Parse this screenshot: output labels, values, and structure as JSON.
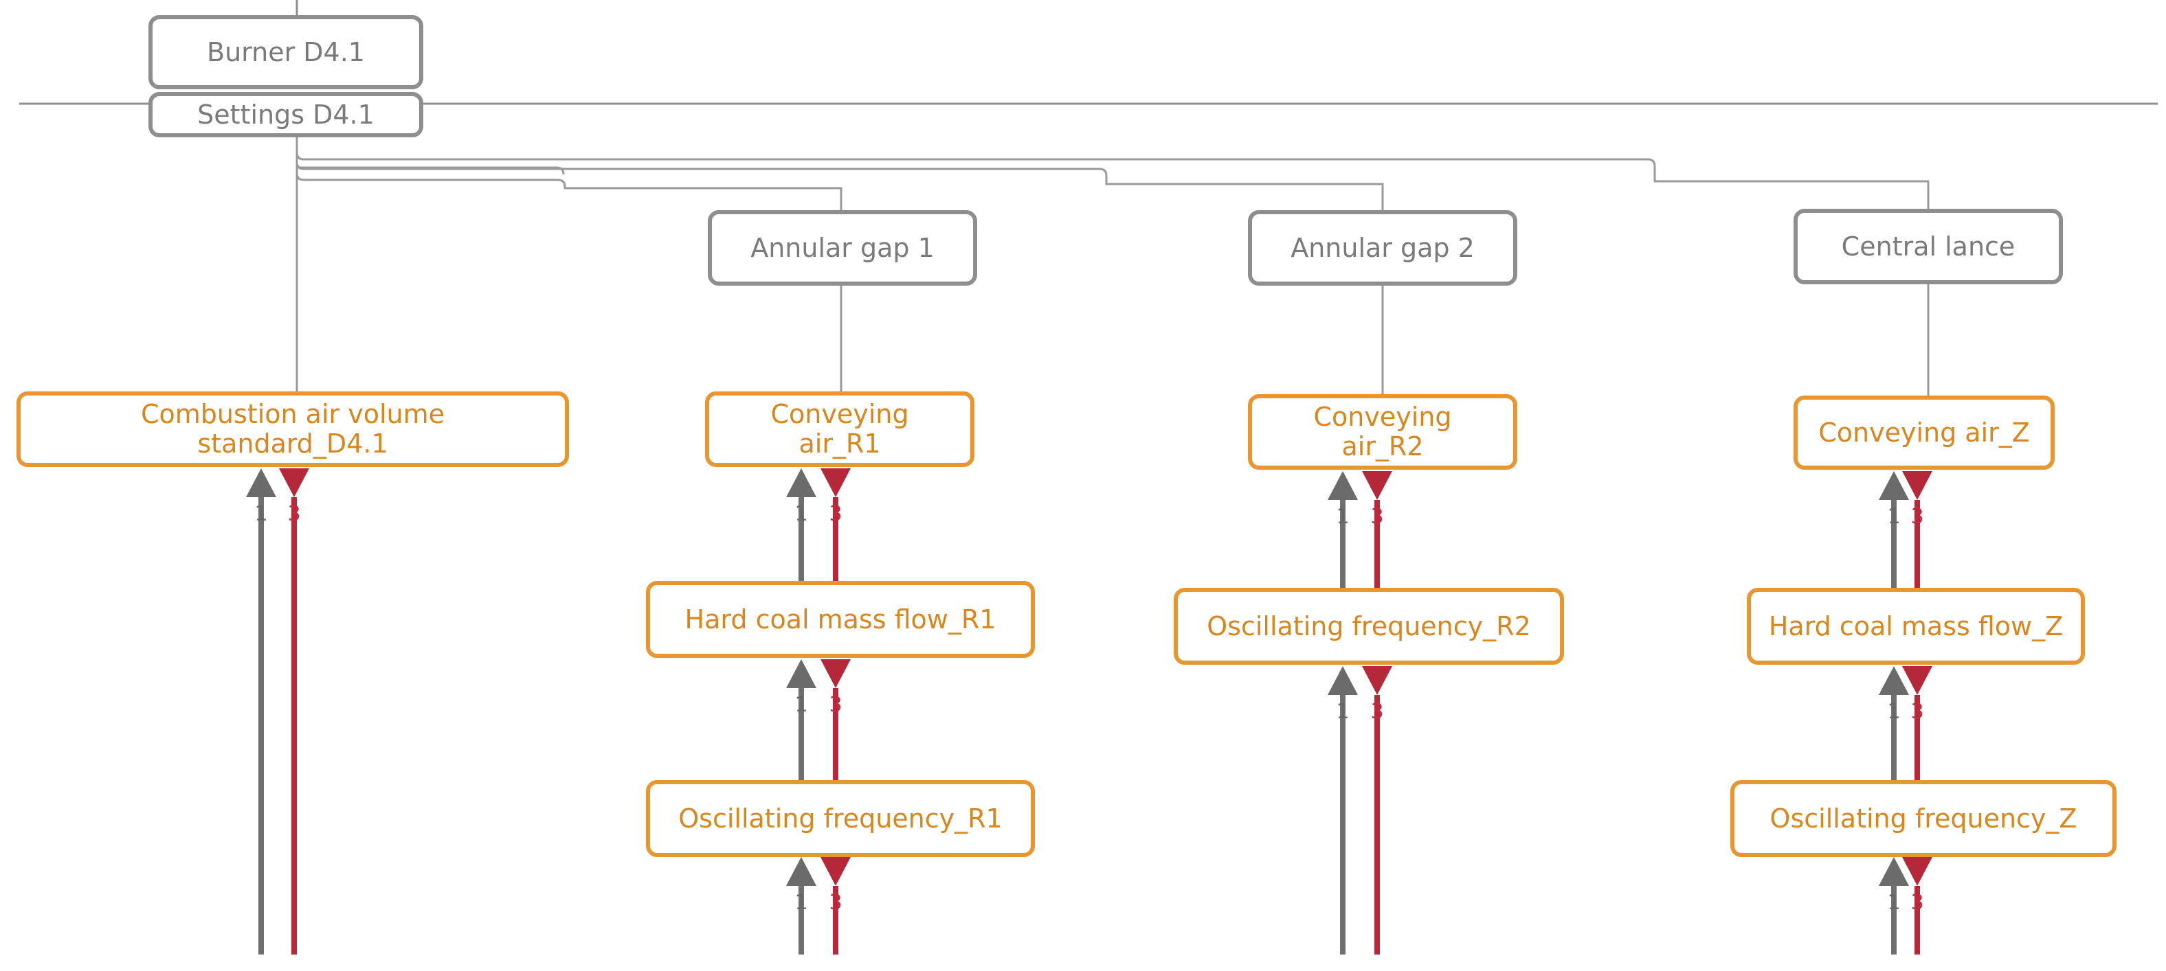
{
  "nodes": {
    "burner": "Burner D4.1",
    "settings": "Settings D4.1",
    "annular_gap_1": "Annular gap 1",
    "annular_gap_2": "Annular gap 2",
    "central_lance": "Central lance",
    "combustion_air": [
      "Combustion air volume",
      "standard_D4.1"
    ],
    "conveying_air_r1": [
      "Conveying",
      "air_R1"
    ],
    "conveying_air_r2": [
      "Conveying",
      "air_R2"
    ],
    "conveying_air_z": "Conveying air_Z",
    "hard_coal_r1": "Hard coal mass flow_R1",
    "hard_coal_z": "Hard coal mass flow_Z",
    "osc_freq_r1": "Oscillating frequency_R1",
    "osc_freq_r2": "Oscillating frequency_R2",
    "osc_freq_z": "Oscillating frequency_Z"
  },
  "flow_counts": {
    "up": "1",
    "down": "3"
  },
  "colors": {
    "node_gray": "#8e8e8e",
    "node_orange": "#e8962d",
    "up_arrow": "#6b6b6b",
    "down_arrow": "#b5283a",
    "connector": "#9a9a9a"
  }
}
